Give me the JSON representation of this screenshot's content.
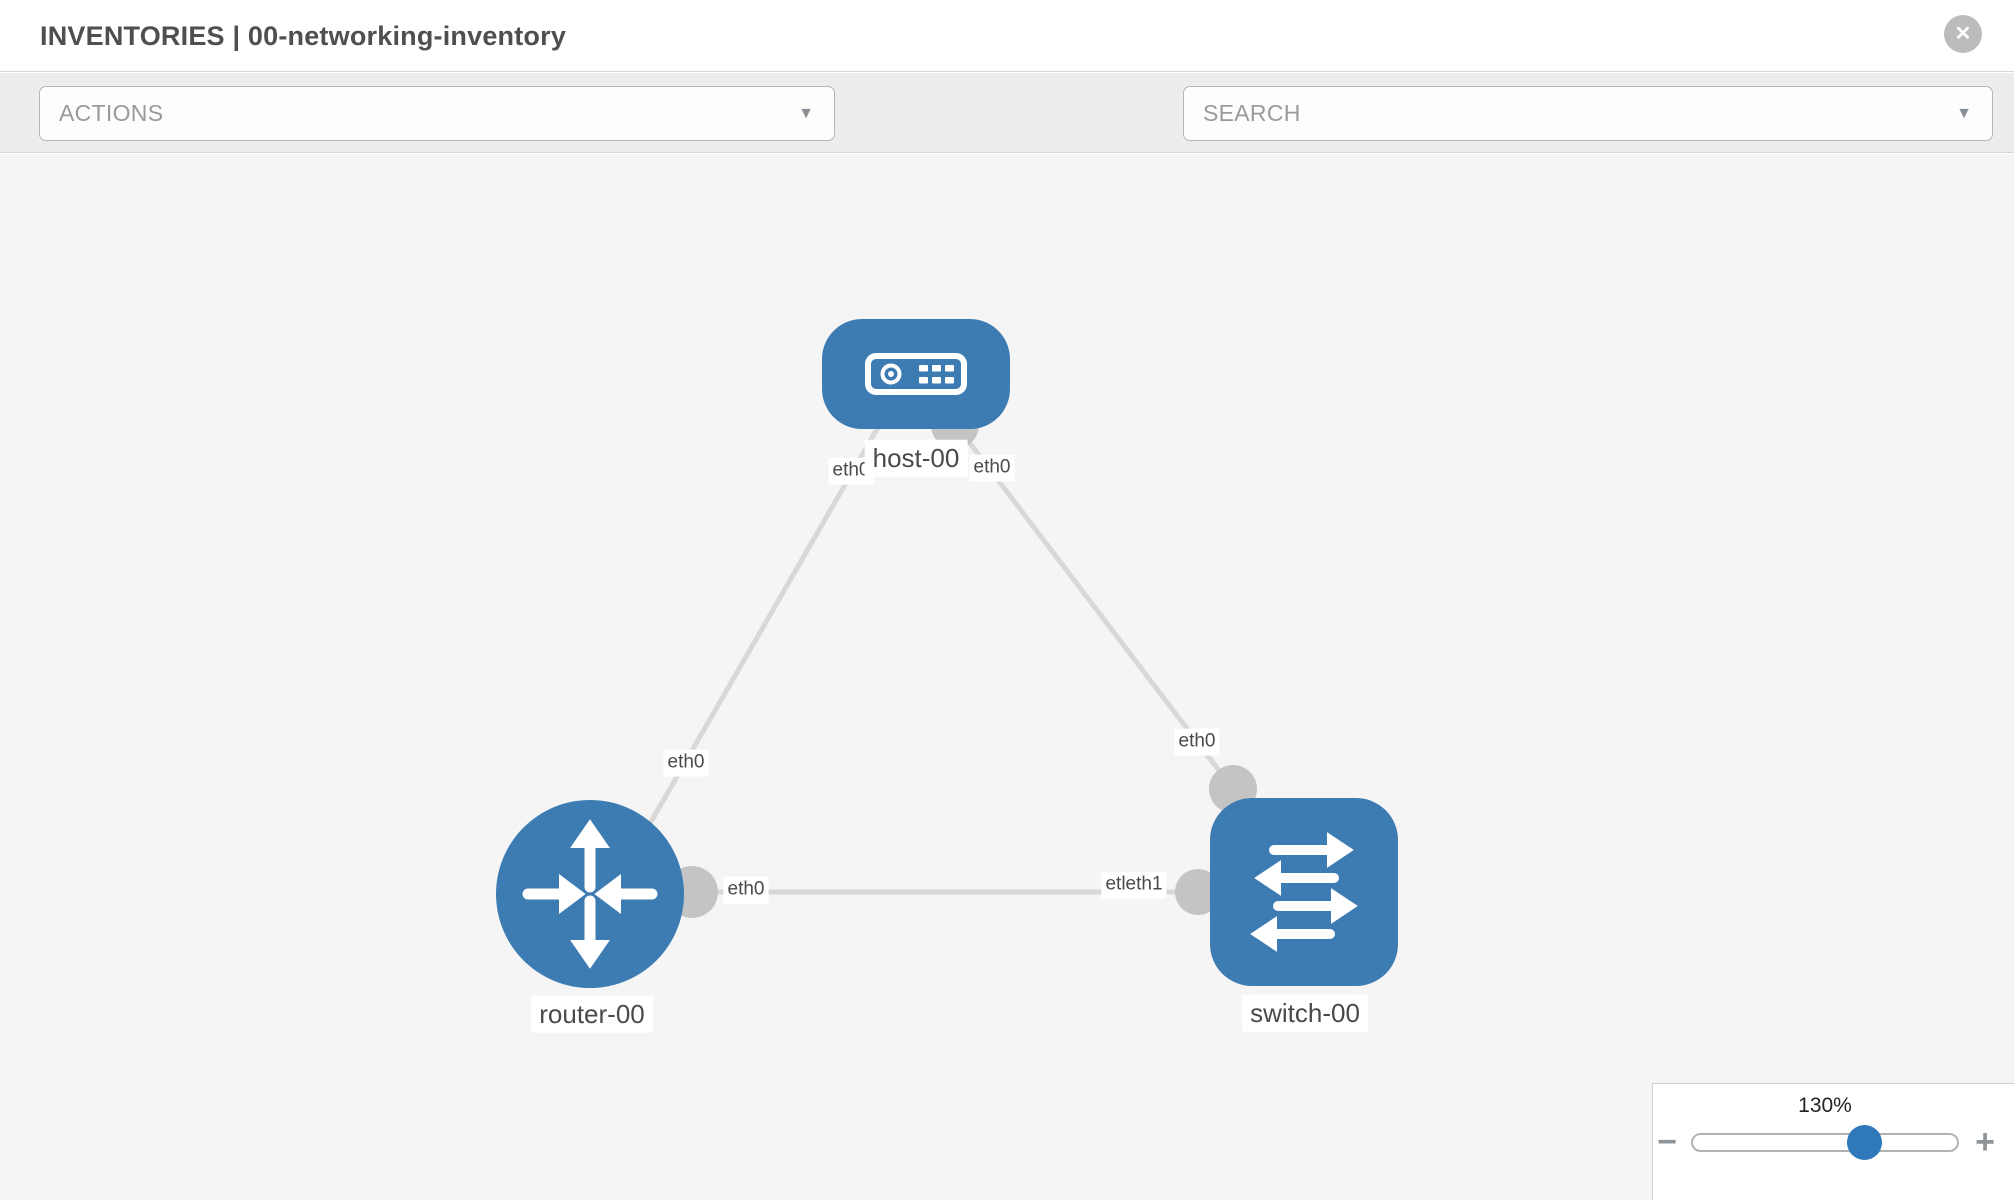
{
  "header": {
    "title": "INVENTORIES | 00-networking-inventory"
  },
  "toolbar": {
    "actions_label": "ACTIONS",
    "search_label": "SEARCH"
  },
  "glyphs": {
    "caret_down": "▼",
    "close": "✕",
    "minus": "−",
    "plus": "+"
  },
  "topology": {
    "nodes": [
      {
        "id": "host-00",
        "type": "host",
        "label": "host-00"
      },
      {
        "id": "router-00",
        "type": "router",
        "label": "router-00"
      },
      {
        "id": "switch-00",
        "type": "switch",
        "label": "switch-00"
      }
    ],
    "links": [
      {
        "source": "host-00",
        "target": "router-00"
      },
      {
        "source": "host-00",
        "target": "switch-00"
      },
      {
        "source": "router-00",
        "target": "switch-00"
      }
    ],
    "interface_labels": [
      {
        "id": "host-router-host-end",
        "text": "eth0"
      },
      {
        "id": "host-router-router-end",
        "text": "eth0"
      },
      {
        "id": "host-switch-host-end",
        "text": "eth0"
      },
      {
        "id": "host-switch-switch-end",
        "text": "eth0"
      },
      {
        "id": "router-switch-router-end",
        "text": "eth0"
      },
      {
        "id": "router-switch-switch-end",
        "text": "etleth1"
      }
    ]
  },
  "zoom_control": {
    "level": "130%"
  },
  "colors": {
    "node_blue": "#3d7cb2",
    "slider_thumb_blue": "#2f79bb",
    "port_gray": "#c4c4c4",
    "link_gray": "#d8d8d8",
    "canvas_bg": "#f5f5f5",
    "toolbar_bg": "#ececec",
    "muted_text": "#9a9a9a",
    "icon_gray": "#6e7478",
    "title_text": "#4f4f4f"
  }
}
